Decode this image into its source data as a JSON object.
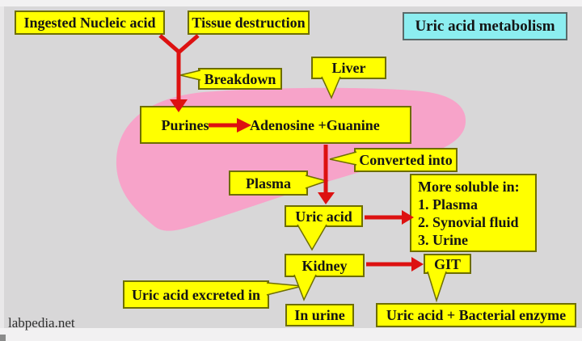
{
  "title": {
    "label": "Uric acid metabolism"
  },
  "watermark": "labpedia.net",
  "nodes": {
    "ingested": "Ingested Nucleic acid",
    "tissue": "Tissue destruction",
    "breakdown": "Breakdown",
    "liver": "Liver",
    "purines": "Purines",
    "adenosine": "Adenosine +Guanine",
    "converted": "Converted into",
    "plasma": "Plasma",
    "uric_acid": "Uric acid",
    "soluble_title": "More soluble in:",
    "soluble_1": "1. Plasma",
    "soluble_2": "2. Synovial fluid",
    "soluble_3": "3. Urine",
    "kidney": "Kidney",
    "git": "GIT",
    "excreted": "Uric acid excreted in",
    "in_urine": "In urine",
    "bacterial": "Uric acid + Bacterial enzyme"
  },
  "colors": {
    "node_fill": "#ffff00",
    "node_border": "#6e6e00",
    "arrow_red": "#dd1111",
    "liver_pink": "#f7a3c9",
    "title_fill": "#8ceef0",
    "background": "#d8d7d8",
    "margin_strip": "#f2f1f2"
  }
}
